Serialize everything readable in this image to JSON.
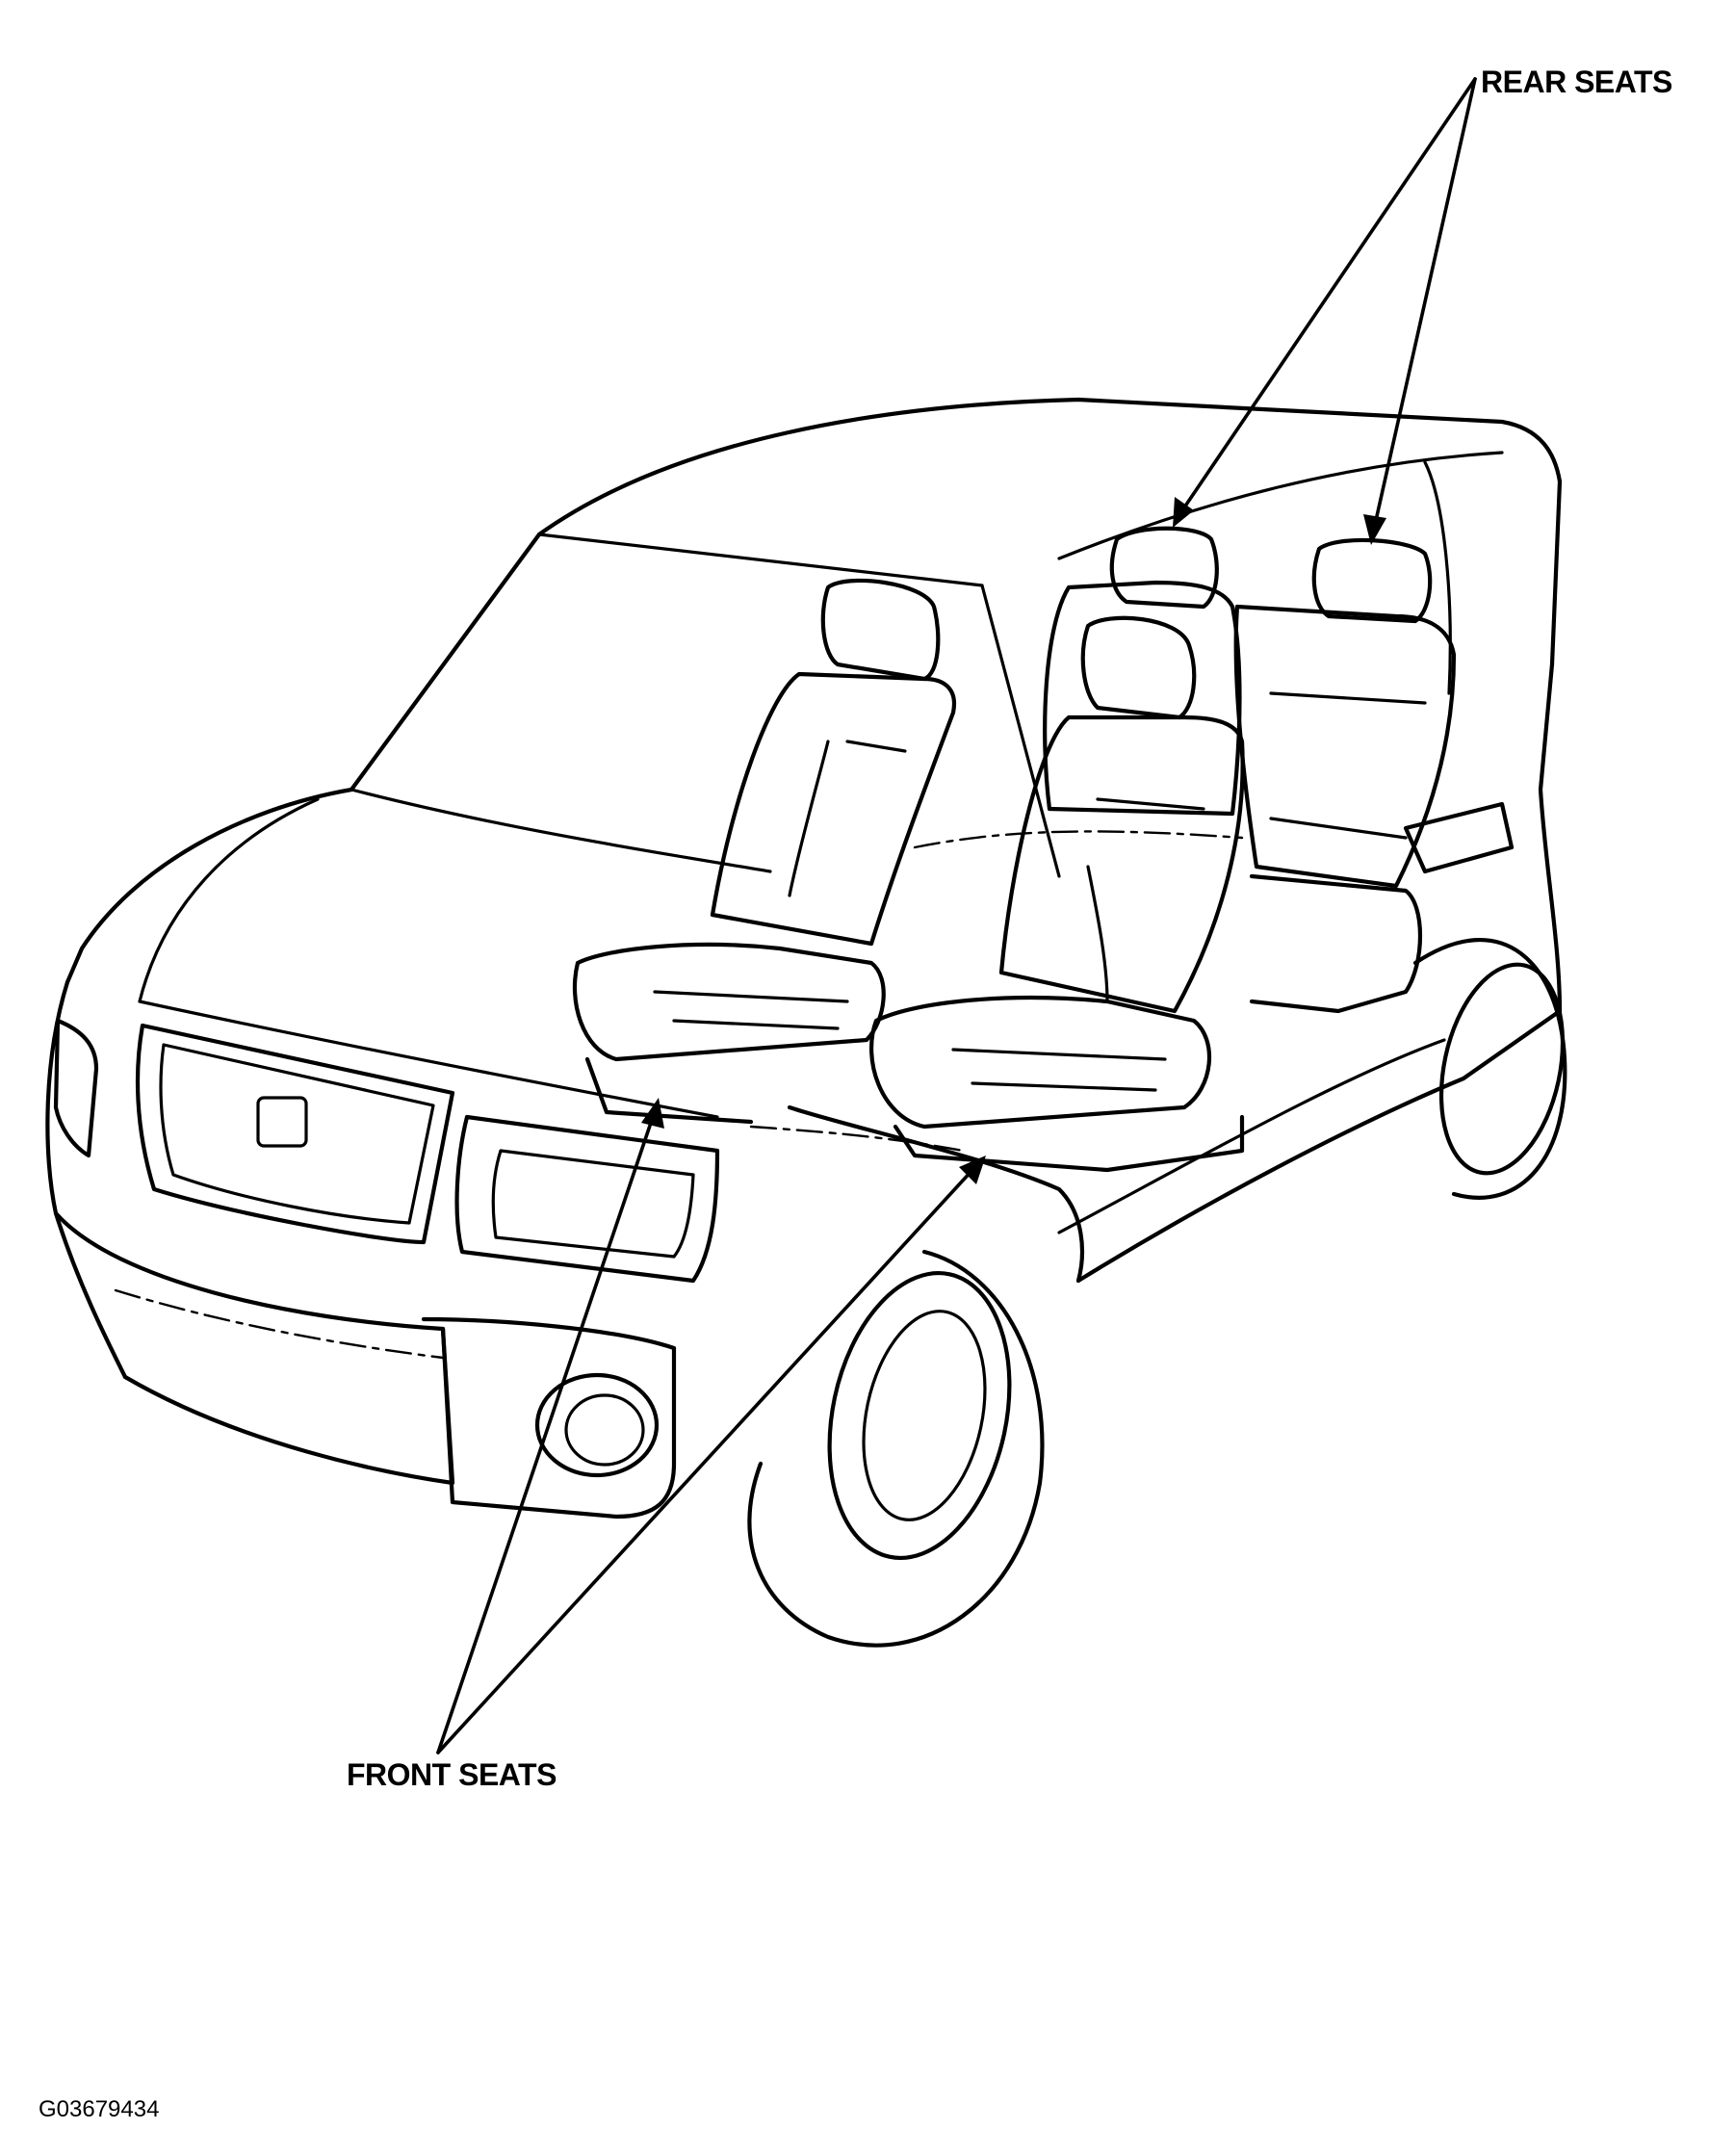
{
  "diagram": {
    "callouts": {
      "rear_seats": "REAR SEATS",
      "front_seats": "FRONT SEATS"
    },
    "reference_code": "G03679434",
    "colors": {
      "ink": "#000000",
      "background": "#ffffff"
    }
  }
}
